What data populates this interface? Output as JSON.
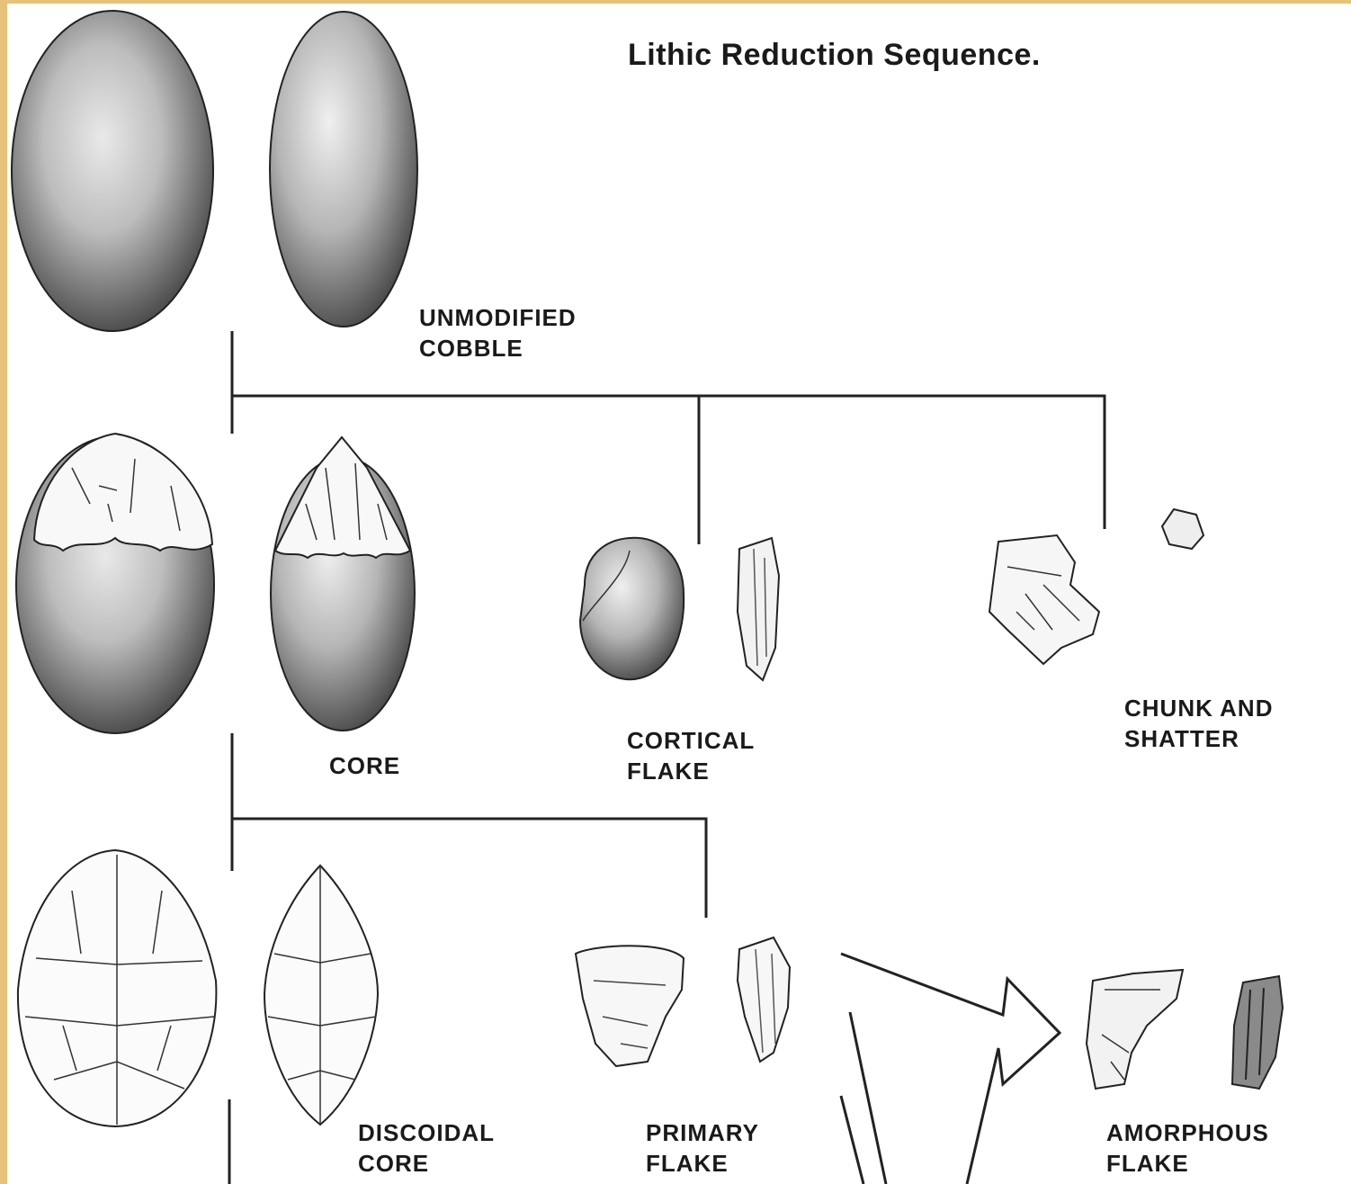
{
  "title": "Lithic Reduction Sequence.",
  "labels": {
    "unmodified_cobble": [
      "UNMODIFIED",
      "COBBLE"
    ],
    "core": [
      "CORE"
    ],
    "cortical_flake": [
      "CORTICAL",
      "FLAKE"
    ],
    "chunk_and_shatter": [
      "CHUNK AND",
      "SHATTER"
    ],
    "discoidal_core": [
      "DISCOIDAL",
      "CORE"
    ],
    "primary_flake": [
      "PRIMARY",
      "FLAKE"
    ],
    "amorphous_flake": [
      "AMORPHOUS",
      "FLAKE"
    ]
  }
}
